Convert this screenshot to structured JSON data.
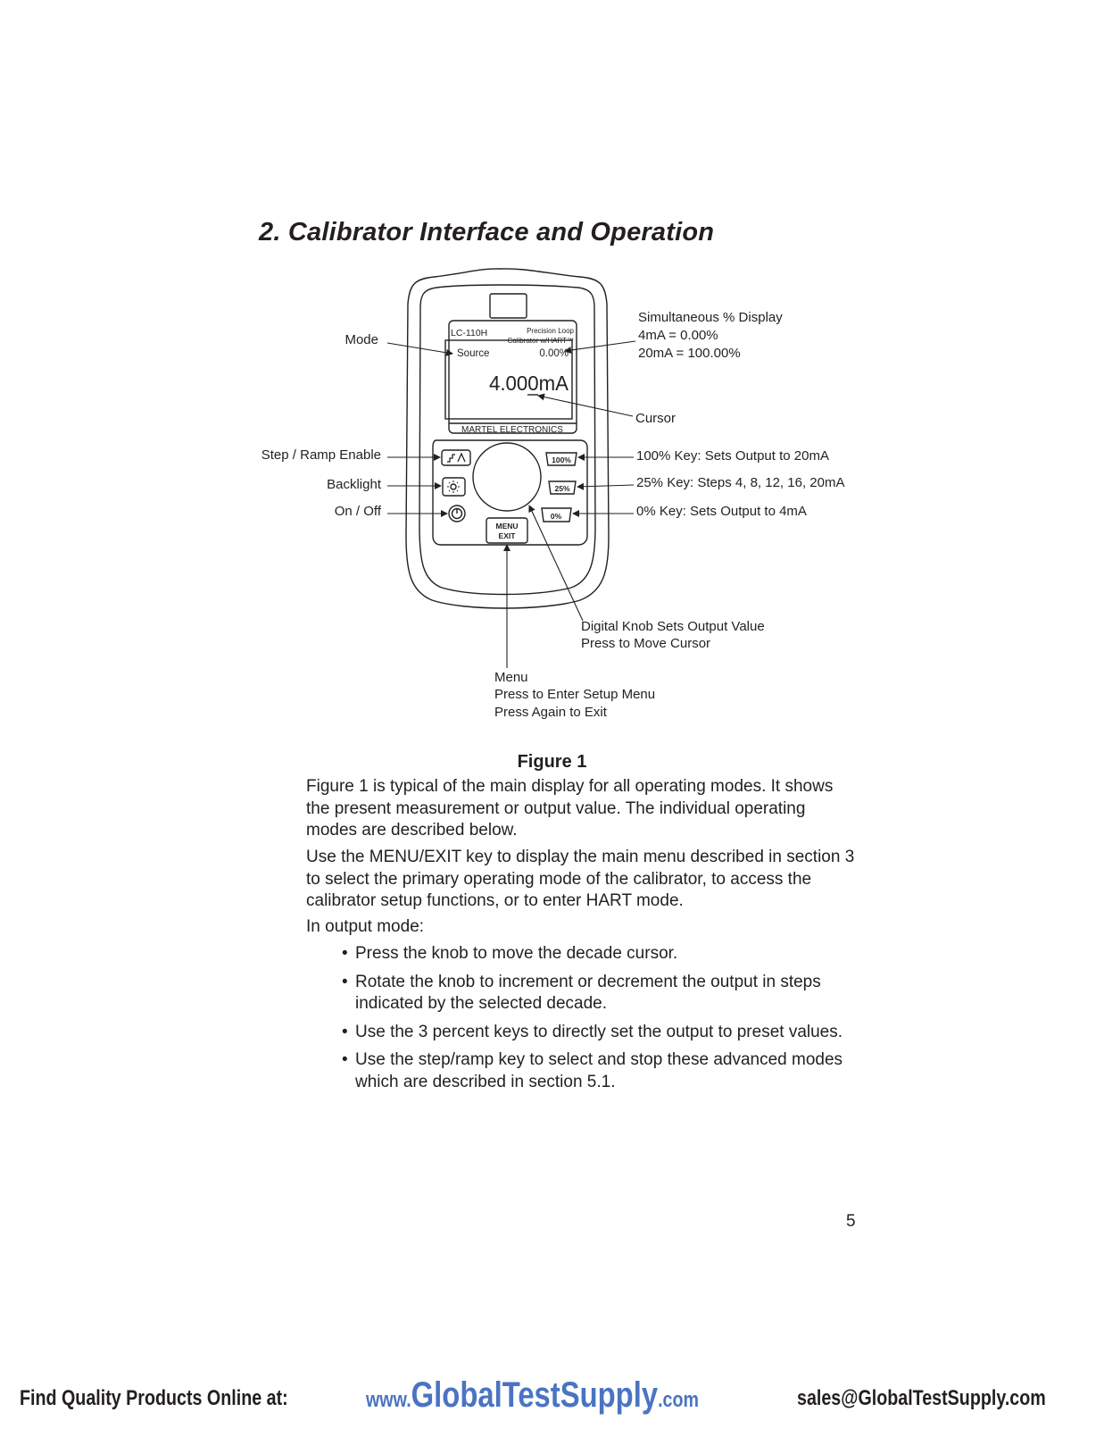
{
  "heading": "2. Calibrator Interface and Operation",
  "device": {
    "model": "LC-110H",
    "subtitle_line1": "Precision Loop",
    "subtitle_line2": "Calibrator w/HART™",
    "mode_text": "Source",
    "percent_text": "0.00%",
    "reading": "4.000mA",
    "brand": "MARTEL ELECTRONICS",
    "key_100": "100%",
    "key_25": "25%",
    "key_0": "0%",
    "menu_key_line1": "MENU",
    "menu_key_line2": "EXIT"
  },
  "callouts": {
    "mode": "Mode",
    "simultaneous": [
      "Simultaneous % Display",
      "4mA = 0.00%",
      "20mA = 100.00%"
    ],
    "cursor": "Cursor",
    "step_ramp": "Step / Ramp Enable",
    "backlight": "Backlight",
    "on_off": "On / Off",
    "key_100": "100% Key: Sets Output to 20mA",
    "key_25": "25% Key: Steps 4, 8, 12, 16, 20mA",
    "key_0": "0% Key: Sets Output to 4mA",
    "knob": [
      "Digital Knob Sets Output Value",
      "Press to Move Cursor"
    ],
    "menu": [
      "Menu",
      "Press to Enter Setup Menu",
      "Press Again to Exit"
    ]
  },
  "caption": "Figure 1",
  "paragraphs": [
    "Figure 1 is typical of the main display for all operating modes.  It shows the present measurement or output value.  The individual operating modes are described below.",
    "Use the MENU/EXIT key to display the main menu described in section 3 to select the primary operating mode of the calibrator, to access the calibrator setup functions, or to enter HART mode.",
    "In output mode:"
  ],
  "bullets": [
    "Press the knob to move the decade cursor.",
    "Rotate the knob to increment or decrement the output in steps indicated by the selected decade.",
    "Use the 3 percent keys to directly set the output to preset values.",
    "Use the step/ramp key to select and stop these advanced modes which are described in section 5.1."
  ],
  "bullet_char": "•",
  "page_number": "5",
  "footer": {
    "left": "Find Quality Products Online at:",
    "url_prefix": "www.",
    "url_main": "GlobalTestSupply",
    "url_suffix": ".com",
    "email": "sales@GlobalTestSupply.com"
  },
  "colors": {
    "footer_link": "#4a74c2",
    "text": "#231f20"
  }
}
